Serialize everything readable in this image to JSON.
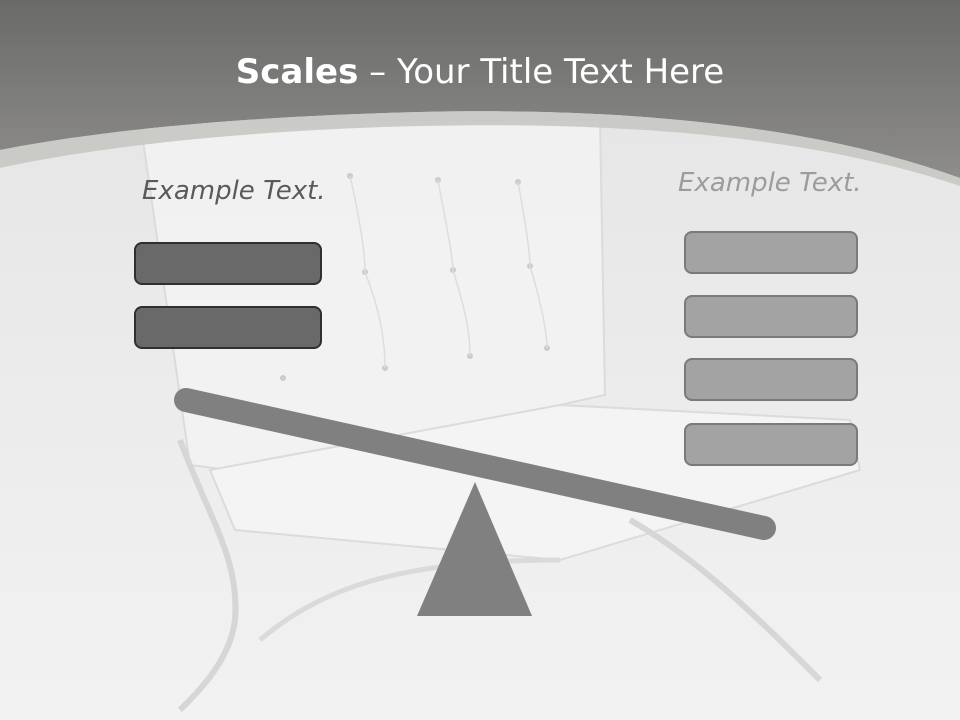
{
  "slide": {
    "title_bold": "Scales",
    "title_rest": " – Your Title Text Here"
  },
  "left": {
    "caption": "Example Text."
  },
  "right": {
    "caption": "Example Text."
  },
  "colors": {
    "header": "#7b7b79",
    "beam": "#808080",
    "fulcrum": "#808080",
    "dark_box": "#696969",
    "light_box": "#a3a3a3"
  },
  "icons": {
    "fulcrum": "triangle-fulcrum",
    "beam": "seesaw-beam",
    "background": "chair-photo"
  }
}
